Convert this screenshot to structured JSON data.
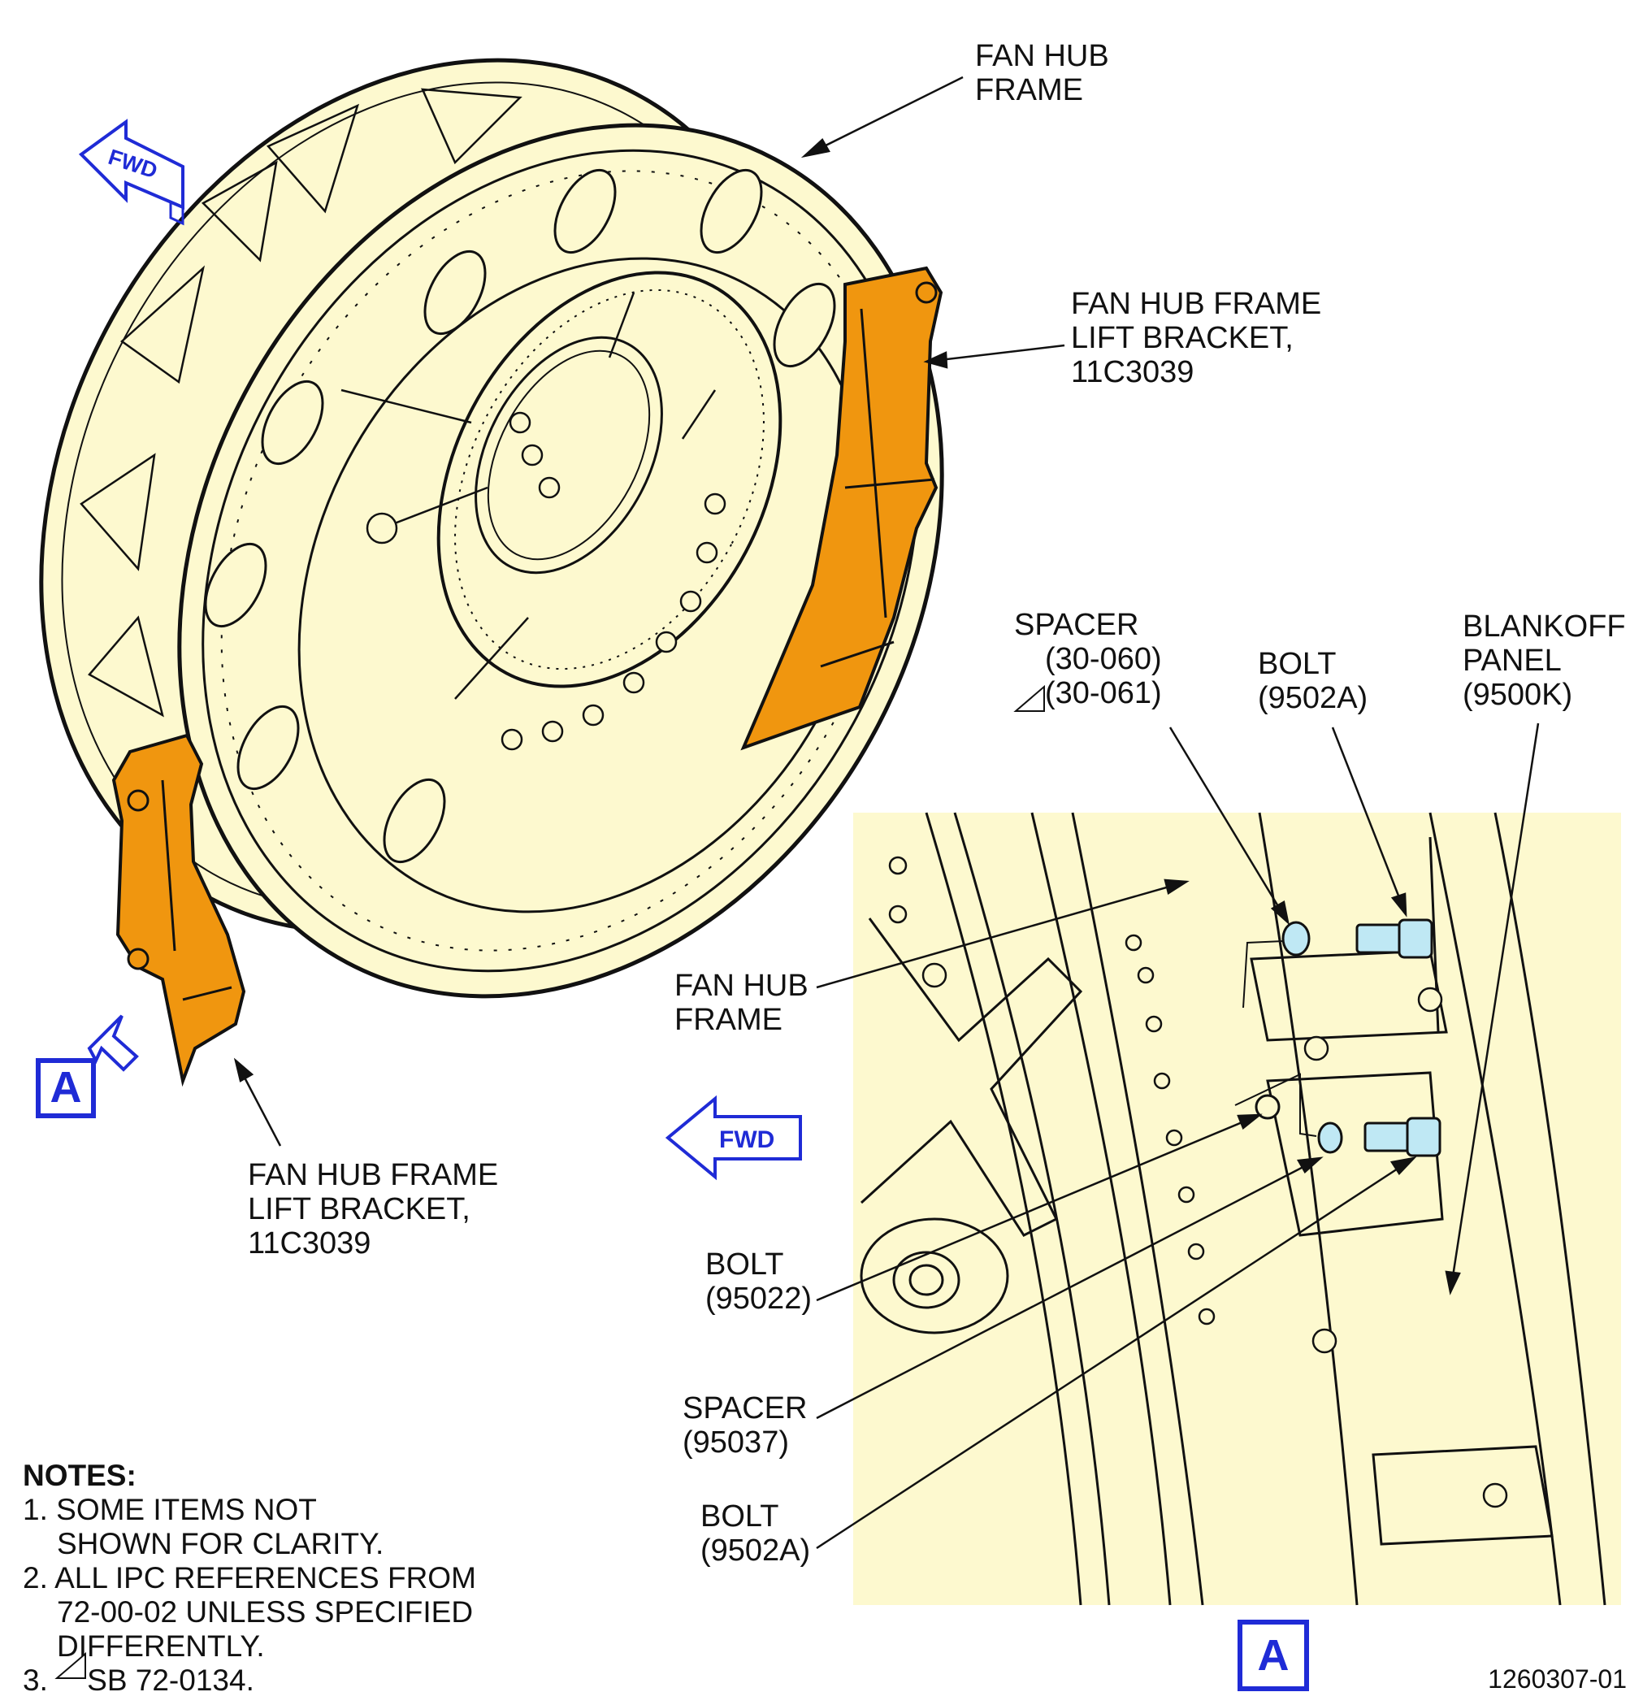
{
  "labels": {
    "fan_hub_frame_top": [
      "FAN HUB",
      "FRAME"
    ],
    "lift_bracket_right": [
      "FAN HUB FRAME",
      "LIFT BRACKET,",
      "11C3039"
    ],
    "lift_bracket_bottom": [
      "FAN HUB FRAME",
      "LIFT BRACKET,",
      "11C3039"
    ],
    "spacer_top": [
      "SPACER",
      "(30-060)",
      "(30-061)"
    ],
    "bolt_top": [
      "BOLT",
      "(9502A)"
    ],
    "blankoff_panel": [
      "BLANKOFF",
      "PANEL",
      "(9500K)"
    ],
    "fan_hub_frame_detail": [
      "FAN HUB",
      "FRAME"
    ],
    "bolt_95022": [
      "BOLT",
      "(95022)"
    ],
    "spacer_95037": [
      "SPACER",
      "(95037)"
    ],
    "bolt_bottom": [
      "BOLT",
      "(9502A)"
    ]
  },
  "fwd_label": "FWD",
  "view_label": "A",
  "notes": {
    "heading": "NOTES:",
    "items": [
      {
        "num": "1.",
        "lines": [
          "SOME ITEMS NOT",
          "SHOWN FOR CLARITY."
        ]
      },
      {
        "num": "2.",
        "lines": [
          "ALL IPC REFERENCES FROM",
          "72-00-02 UNLESS SPECIFIED",
          "DIFFERENTLY."
        ]
      },
      {
        "num": "3.",
        "lines": [
          "SB 72-0134."
        ]
      }
    ]
  },
  "figure_number": "1260307-01",
  "colors": {
    "part_fill": "#fdf9cf",
    "bracket": "#f0960f",
    "callout_blue": "#1f2bd6",
    "hardware": "#bfe8f4"
  }
}
